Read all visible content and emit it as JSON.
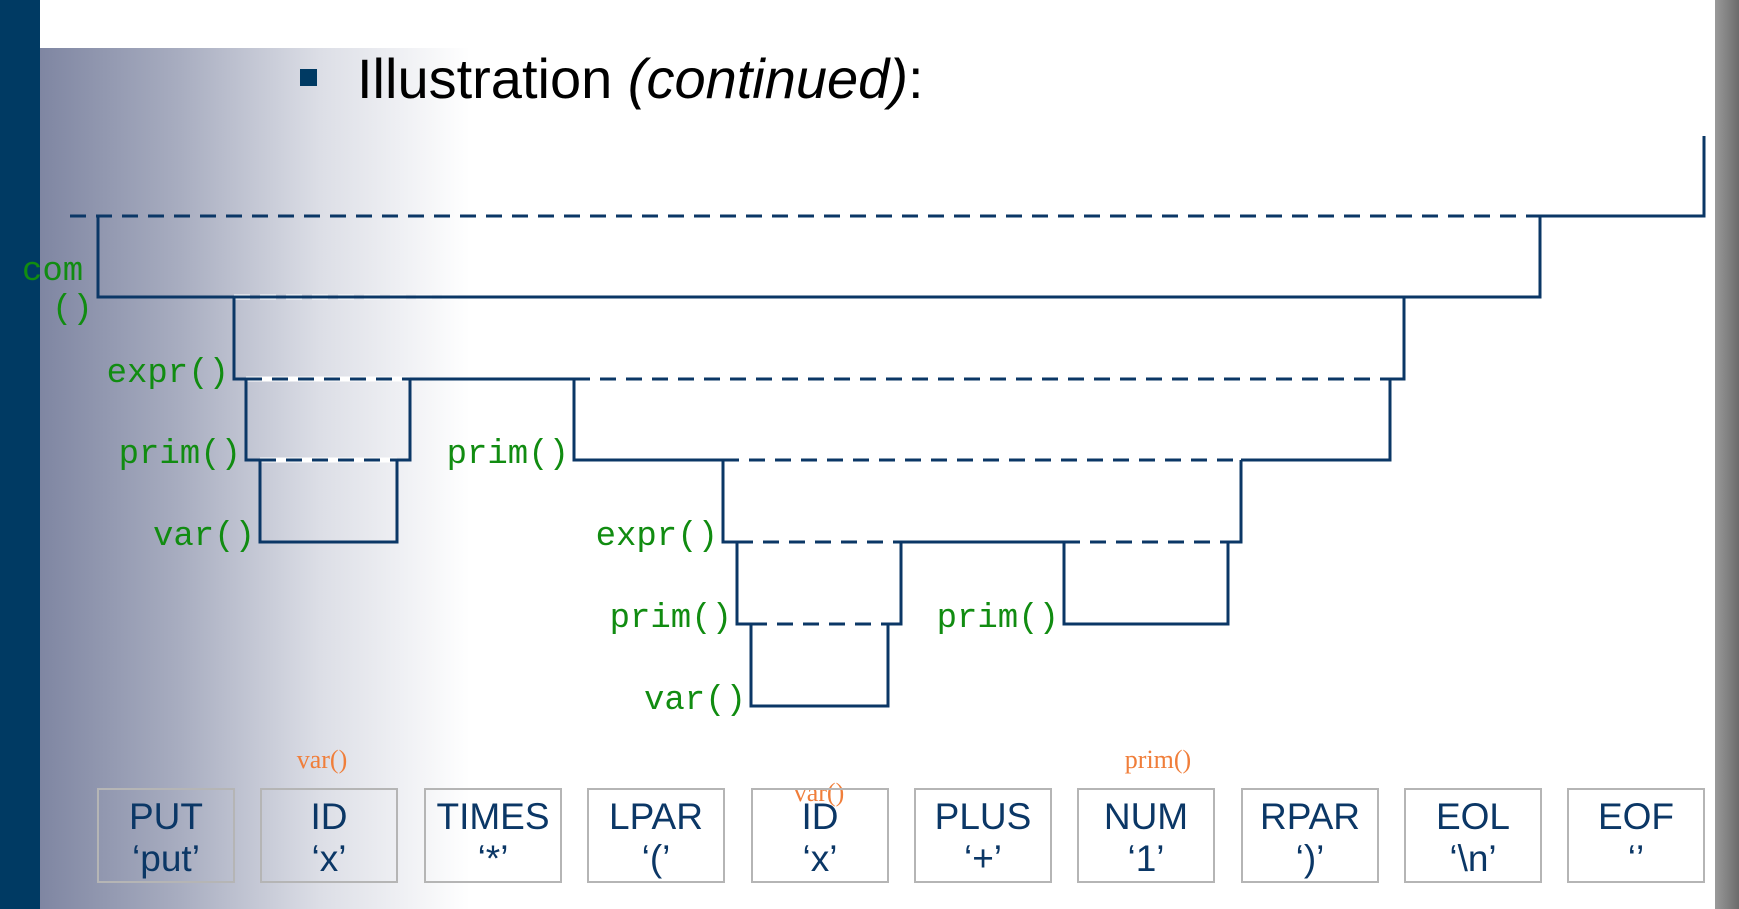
{
  "title": {
    "prefix": "Illustration ",
    "italic": "(continued)",
    "suffix": ":"
  },
  "nodes": [
    {
      "id": "com",
      "label": "com"
    },
    {
      "id": "com-paren",
      "label": "()"
    },
    {
      "id": "expr-1",
      "label": "expr()"
    },
    {
      "id": "prim-1",
      "label": "prim()"
    },
    {
      "id": "var-1",
      "label": "var()"
    },
    {
      "id": "prim-2",
      "label": "prim()"
    },
    {
      "id": "expr-2",
      "label": "expr()"
    },
    {
      "id": "prim-3",
      "label": "prim()"
    },
    {
      "id": "prim-4",
      "label": "prim()"
    },
    {
      "id": "var-2",
      "label": "var()"
    }
  ],
  "annotations": [
    {
      "id": "ann-var-1",
      "label": "var()"
    },
    {
      "id": "ann-var-2",
      "label": "var()"
    },
    {
      "id": "ann-prim",
      "label": "prim()"
    }
  ],
  "tokens": [
    {
      "kind": "PUT",
      "value": "‘put’"
    },
    {
      "kind": "ID",
      "value": "‘x’"
    },
    {
      "kind": "TIMES",
      "value": "‘*’"
    },
    {
      "kind": "LPAR",
      "value": "‘(’"
    },
    {
      "kind": "ID",
      "value": "‘x’"
    },
    {
      "kind": "PLUS",
      "value": "‘+’"
    },
    {
      "kind": "NUM",
      "value": "‘1’"
    },
    {
      "kind": "RPAR",
      "value": "‘)’"
    },
    {
      "kind": "EOL",
      "value": "‘\\n’"
    },
    {
      "kind": "EOF",
      "value": "‘’"
    }
  ],
  "colors": {
    "frame": "#0b3766",
    "function_label": "#118c11",
    "annotation": "#f07e3a",
    "token_text": "#0b3766",
    "token_border": "#b5b5b5",
    "left_bar": "#003a63"
  }
}
